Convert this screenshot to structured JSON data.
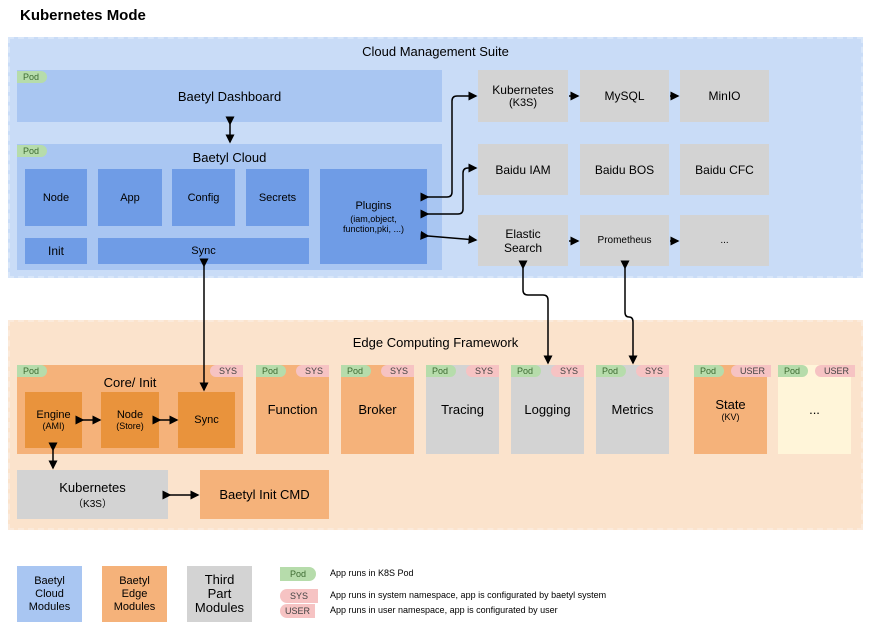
{
  "title": "Kubernetes Mode",
  "cloud": {
    "title": "Cloud Management Suite",
    "pod": "Pod",
    "dashboard": "Baetyl Dashboard",
    "cloud_title": "Baetyl Cloud",
    "node": "Node",
    "app": "App",
    "config": "Config",
    "secrets": "Secrets",
    "plugins": "Plugins",
    "plugins_sub": "(iam,object, function,pki, ...)",
    "init": "Init",
    "sync": "Sync",
    "k8s": "Kubernetes",
    "k8s_sub": "(K3S)",
    "mysql": "MySQL",
    "minio": "MinIO",
    "iam": "Baidu IAM",
    "bos": "Baidu BOS",
    "cfc": "Baidu CFC",
    "es1": "Elastic",
    "es2": "Search",
    "prometheus": "Prometheus",
    "more": "..."
  },
  "edge": {
    "title": "Edge Computing Framework",
    "pod": "Pod",
    "sys": "SYS",
    "user": "USER",
    "core": "Core/  Init",
    "engine": "Engine",
    "engine_sub": "(AMI)",
    "node": "Node",
    "node_sub": "(Store)",
    "sync": "Sync",
    "function": "Function",
    "broker": "Broker",
    "tracing": "Tracing",
    "logging": "Logging",
    "metrics": "Metrics",
    "state": "State",
    "state_sub": "(KV)",
    "more": "...",
    "k8s": "Kubernetes",
    "k8s_sub": "（K3S）",
    "init_cmd": "Baetyl Init CMD"
  },
  "legend": {
    "cloud_modules": "Baetyl Cloud Modules",
    "edge_modules": "Baetyl Edge Modules",
    "third_modules": "Third Part Modules",
    "pod": "Pod",
    "pod_desc": "App runs in K8S Pod",
    "sys": "SYS",
    "sys_desc": "App runs in system namespace, app is configurated by baetyl system",
    "user": "USER",
    "user_desc": "App runs in user namespace, app is configurated by user"
  },
  "colors": {
    "cloud_bg": "#c9dcf7",
    "edge_bg": "#fbe3cc",
    "cloud_module": "#6f9ce6",
    "edge_module": "#f5b27a",
    "third_module": "#d3d3d3",
    "pod_tag": "#b6dcab",
    "sys_tag": "#f6c3c3"
  }
}
